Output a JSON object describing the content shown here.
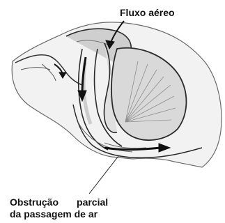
{
  "labels": {
    "airflow": "Fluxo aéreo",
    "obstruction_word1": "Obstrução",
    "obstruction_word2": "parcial",
    "obstruction_line2": "da passagem de ar"
  },
  "colors": {
    "outline": "#2a2a2a",
    "shading": "#9a9a9a",
    "light_fill": "#e6e6e6",
    "tissue_fill": "#d2d2d2",
    "arrow": "#111111"
  }
}
